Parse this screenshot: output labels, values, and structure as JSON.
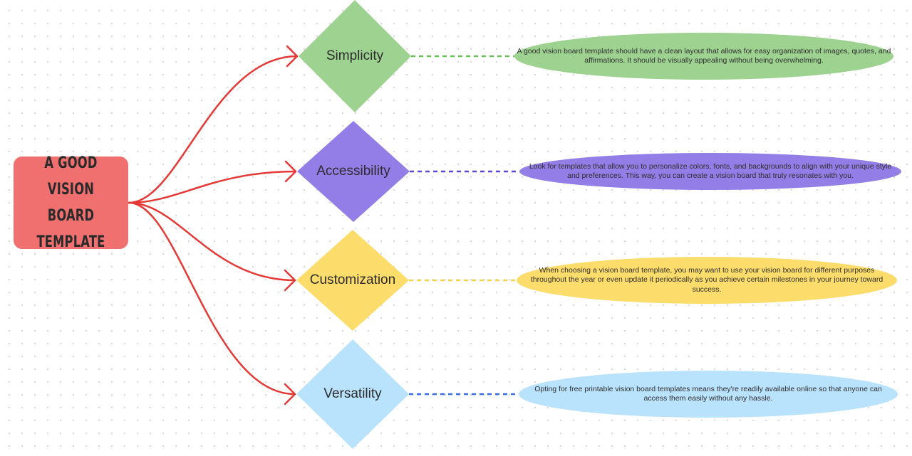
{
  "root": {
    "title": "A GOOD VISION\nBOARD\nTEMPLATE",
    "color": "#f07070"
  },
  "connector_color": "#e53935",
  "branches": [
    {
      "label": "Simplicity",
      "color": "#9dd290",
      "description": "A good vision board template should have a clean layout that allows for easy organization of images, quotes, and affirmations. It should be visually appealing without being overwhelming."
    },
    {
      "label": "Accessibility",
      "color": "#937de6",
      "description": "Look for templates that allow you to personalize colors, fonts, and backgrounds to align with your unique style and preferences. This way, you can create a vision board that truly resonates with you."
    },
    {
      "label": "Customization",
      "color": "#fcdc6a",
      "description": "When choosing a vision board template, you may want to use your vision board for different purposes throughout the year or even update it periodically as you achieve certain milestones in your journey toward success."
    },
    {
      "label": "Versatility",
      "color": "#b9e2fc",
      "description": "Opting for free printable vision board templates means they're readily available online so that anyone can access them easily without any hassle."
    }
  ],
  "dash_colors": [
    "#6bbf59",
    "#5b47d6",
    "#f5d24a",
    "#3b6fe0"
  ]
}
